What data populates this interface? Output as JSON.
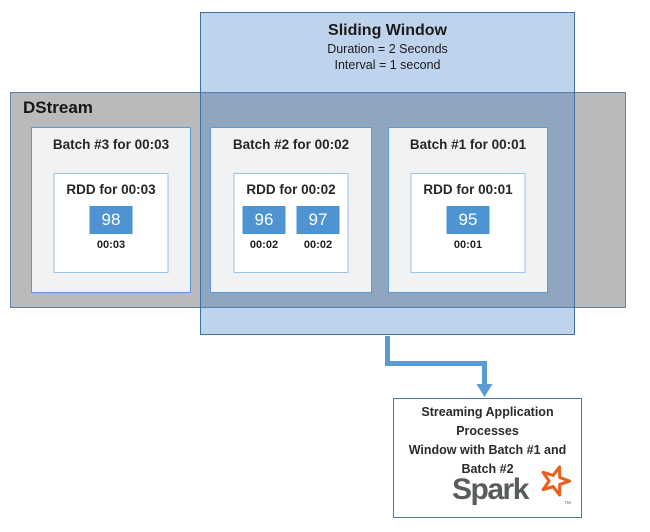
{
  "diagram": {
    "sliding_window": {
      "title": "Sliding Window",
      "duration": "Duration = 2 Seconds",
      "interval": "Interval = 1 second"
    },
    "dstream": {
      "label": "DStream",
      "batches": [
        {
          "title": "Batch #3 for 00:03",
          "rdd_title": "RDD for 00:03",
          "cells": [
            {
              "value": "98",
              "time": "00:03"
            }
          ]
        },
        {
          "title": "Batch #2 for 00:02",
          "rdd_title": "RDD for 00:02",
          "cells": [
            {
              "value": "96",
              "time": "00:02"
            },
            {
              "value": "97",
              "time": "00:02"
            }
          ]
        },
        {
          "title": "Batch #1 for 00:01",
          "rdd_title": "RDD for 00:01",
          "cells": [
            {
              "value": "95",
              "time": "00:01"
            }
          ]
        }
      ]
    },
    "processor": {
      "line1": "Streaming Application",
      "line2": "Processes",
      "line3": "Window with Batch #1 and",
      "line4": "Batch #2",
      "logo_text": "Spark",
      "logo_trademark": "™"
    },
    "colors": {
      "window_fill": "#bdd5ec",
      "window_border": "#41719c",
      "dstream_fill": "#b9babc",
      "dstream_border": "#5d81a9",
      "batch_fill": "#f1f2f3",
      "batch_border": "#5b9bd5",
      "rdd_border": "#9cc2e5",
      "cell_fill": "#4e93d2",
      "arrow_blue": "#5b9bd5",
      "spark_orange": "#e8611c",
      "spark_gray": "#595c5e"
    }
  }
}
